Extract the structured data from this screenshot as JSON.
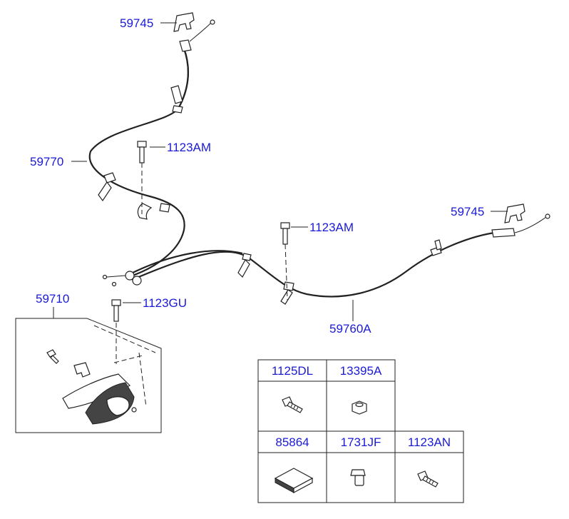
{
  "callouts": {
    "top_clip": "59745",
    "front_cable": "59770",
    "bolt_upper": "1123AM",
    "right_clip": "59745",
    "bolt_middle": "1123AM",
    "lever_assembly": "59710",
    "bolt_lever": "1123GU",
    "rear_cable": "59760A"
  },
  "parts_table": {
    "row1": [
      "1125DL",
      "13395A"
    ],
    "row2": [
      "85864",
      "1731JF",
      "1123AN"
    ]
  },
  "colors": {
    "label": "#1a1ad6",
    "line": "#222222"
  },
  "icons": [
    "bolt-icon",
    "nut-icon",
    "pad-icon",
    "clip-nut-icon",
    "bolt-icon"
  ]
}
